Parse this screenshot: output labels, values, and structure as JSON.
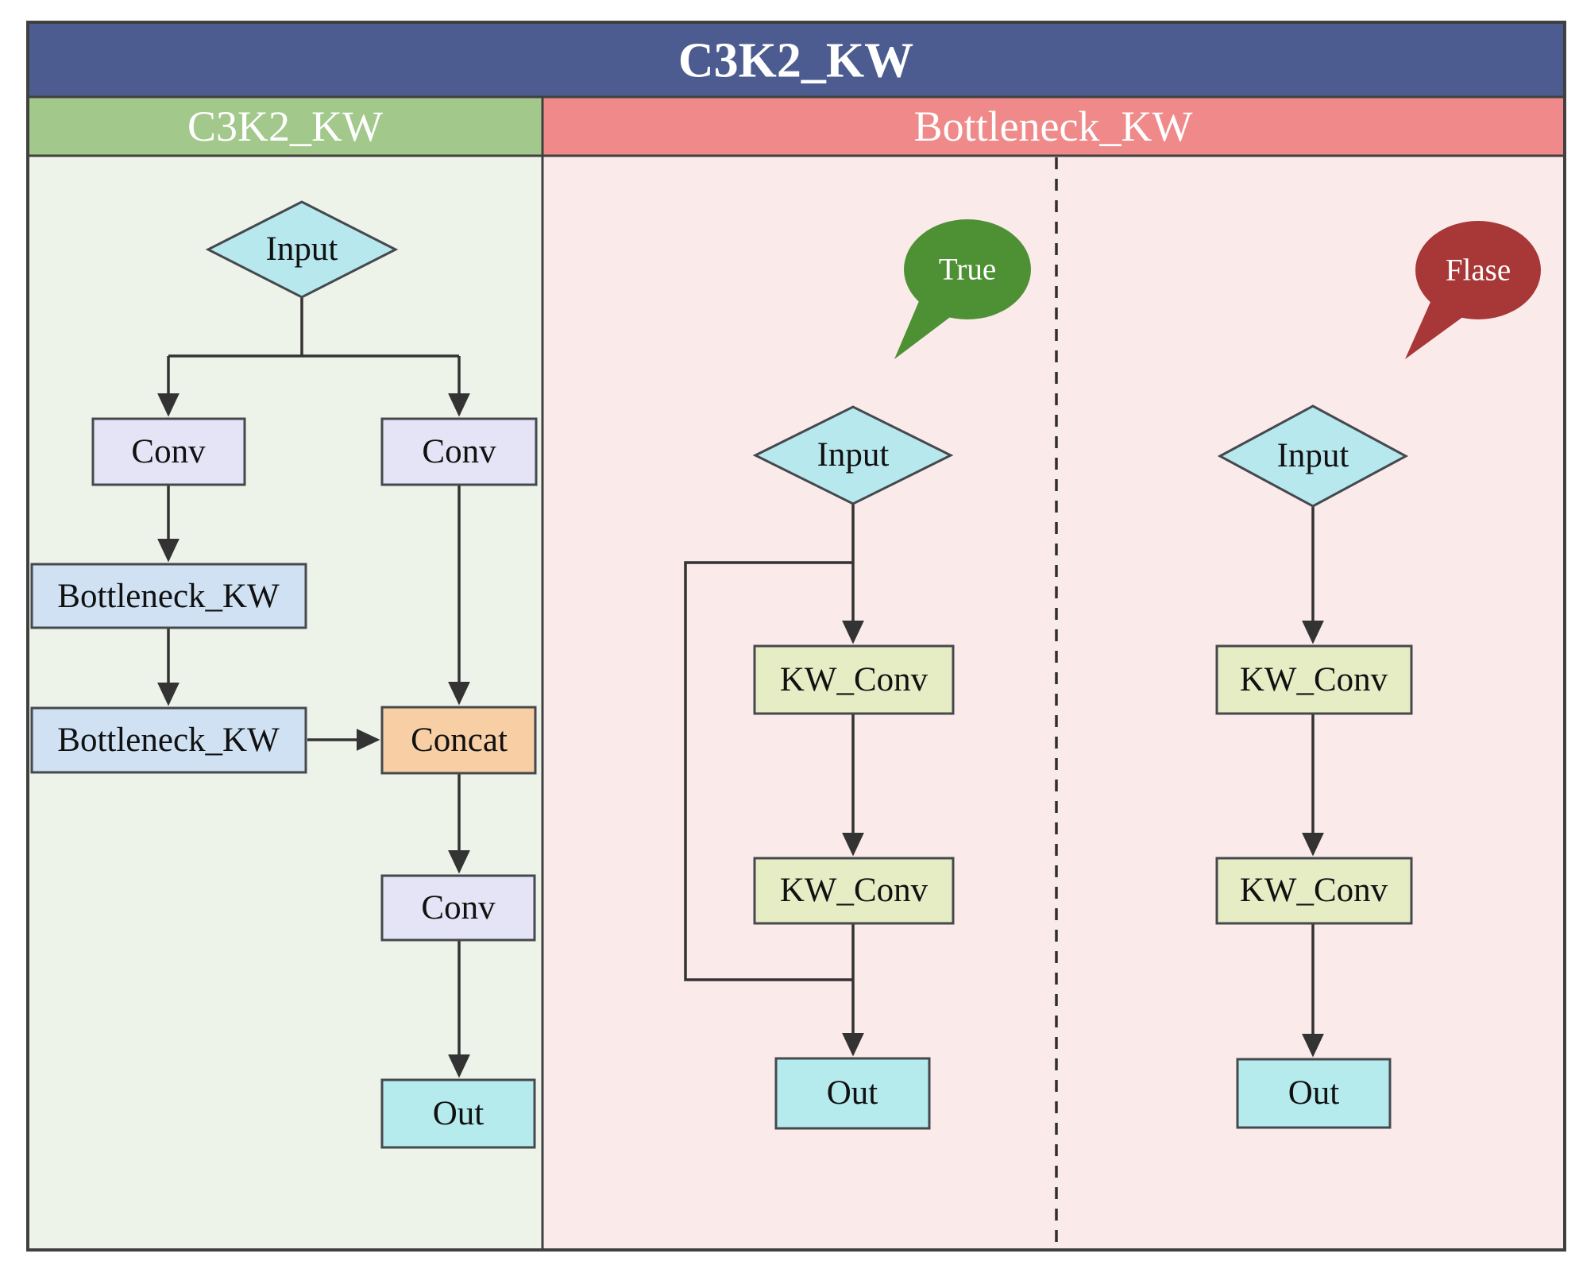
{
  "title": "C3K2_KW",
  "panels": {
    "left": {
      "header": "C3K2_KW"
    },
    "right": {
      "header": "Bottleneck_KW"
    }
  },
  "badges": {
    "true_label": "True",
    "false_label": "Flase"
  },
  "nodes": {
    "left": {
      "input": "Input",
      "conv_a": "Conv",
      "conv_b": "Conv",
      "bottleneck1": "Bottleneck_KW",
      "bottleneck2": "Bottleneck_KW",
      "concat": "Concat",
      "conv_c": "Conv",
      "out": "Out"
    },
    "true_branch": {
      "input": "Input",
      "kw_conv1": "KW_Conv",
      "kw_conv2": "KW_Conv",
      "out": "Out"
    },
    "false_branch": {
      "input": "Input",
      "kw_conv1": "KW_Conv",
      "kw_conv2": "KW_Conv",
      "out": "Out"
    }
  },
  "colors": {
    "title_bar": "#4d5c90",
    "left_header": "#a3c88b",
    "right_header": "#f08a8a",
    "left_panel_bg": "#eef3e9",
    "right_panel_bg": "#fbeaea",
    "diamond_fill": "#b7e8ee",
    "conv_fill": "#e5e4f6",
    "bottleneck_fill": "#cfe1f3",
    "concat_fill": "#f8cfa5",
    "kw_conv_fill": "#e6edc5",
    "out_fill": "#b6ebee",
    "true_bubble": "#4d9134",
    "false_bubble": "#a83737",
    "line_color": "#333333",
    "frame_border": "#404040"
  }
}
